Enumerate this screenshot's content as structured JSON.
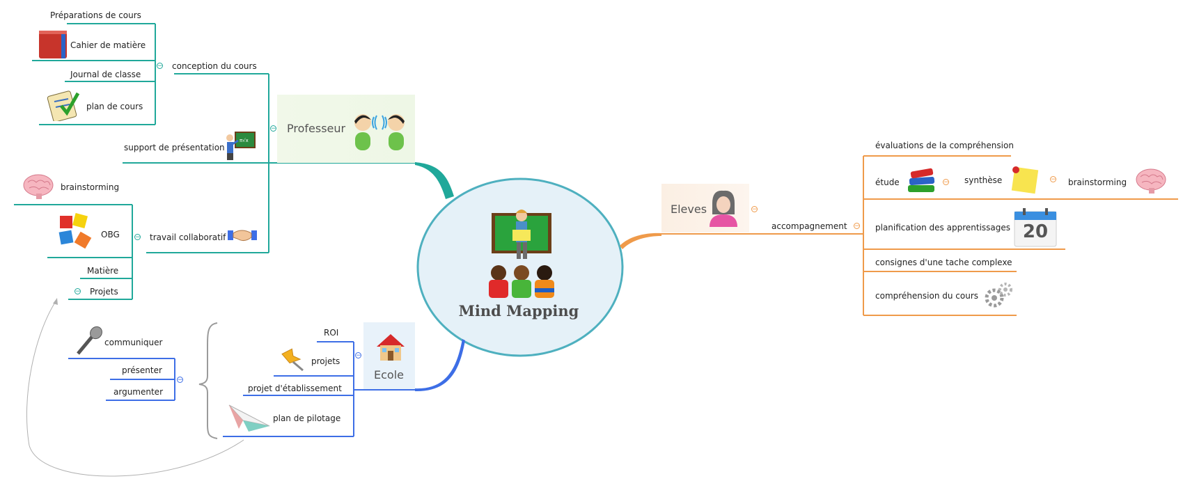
{
  "center": {
    "title": "Mind Mapping"
  },
  "branches": {
    "professeur": {
      "title": "Professeur",
      "color": "#20a89a",
      "conception": {
        "label": "conception du cours",
        "items": [
          "Préparations de cours",
          "Cahier de matière",
          "Journal de classe",
          "plan de cours"
        ]
      },
      "support": "support de présentation",
      "travail": {
        "label": "travail collaboratif",
        "items": [
          "brainstorming",
          "OBG",
          "Matière",
          "Projets"
        ]
      }
    },
    "eleves": {
      "title": "Eleves",
      "color": "#ef9a4a",
      "accompagnement": {
        "label": "accompagnement",
        "items": [
          "évaluations de la compréhension",
          "étude",
          "synthèse",
          "brainstorming",
          "planification des apprentissages",
          "consignes d'une tache complexe",
          "compréhension du cours"
        ],
        "calendar_day": "20"
      }
    },
    "ecole": {
      "title": "Ecole",
      "color": "#3d6ee6",
      "items": [
        "ROI",
        "projets",
        "projet d'établissement",
        "plan de pilotage"
      ],
      "side_items": [
        "communiquer",
        "présenter",
        "argumenter"
      ]
    }
  },
  "icons": [
    "brain-icon",
    "book-icon",
    "checklist-icon",
    "teacher-board-icon",
    "people-talk-icon",
    "puzzle-icon",
    "handshake-icon",
    "person-icon",
    "books-icon",
    "sticky-note-icon",
    "calendar-icon",
    "gears-icon",
    "microphone-icon",
    "pushpin-icon",
    "house-icon",
    "paper-plane-icon",
    "classroom-icon"
  ]
}
